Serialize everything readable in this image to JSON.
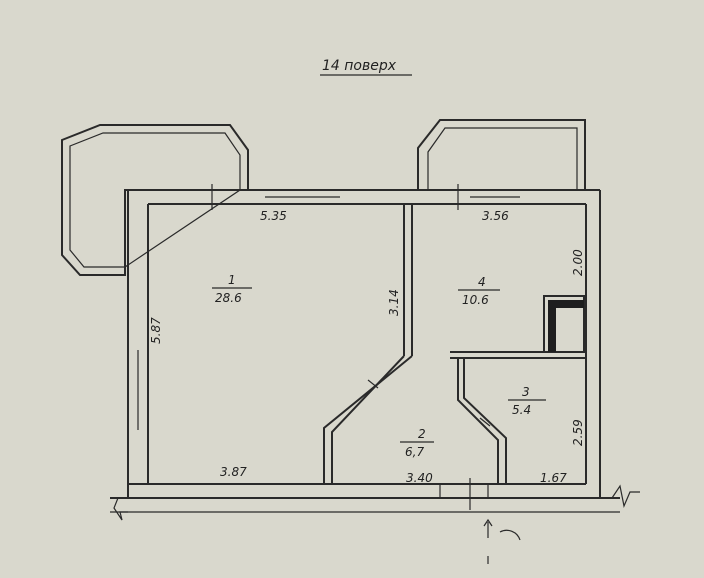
{
  "floor_title": "14 поверх",
  "rooms": [
    {
      "number": "1",
      "area": "28.6"
    },
    {
      "number": "2",
      "area": "6,7"
    },
    {
      "number": "3",
      "area": "5.4"
    },
    {
      "number": "4",
      "area": "10.6"
    }
  ],
  "dimensions": {
    "top_left": "5.35",
    "top_right": "3.56",
    "left": "5.87",
    "bottom_left": "3.87",
    "bottom_mid": "3.40",
    "bottom_right": "1.67",
    "partition": "3.14",
    "right_upper": "2.00",
    "right_lower": "2.59"
  }
}
